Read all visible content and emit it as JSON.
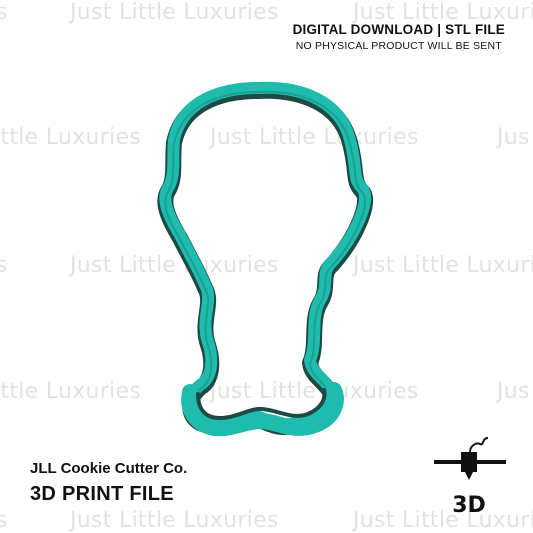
{
  "header": {
    "title": "DIGITAL DOWNLOAD | STL FILE",
    "subtitle": "NO PHYSICAL PRODUCT WILL BE SENT"
  },
  "watermark": {
    "text": "Just Little Luxuries",
    "fragment_start": "ittle Luxuries",
    "fragment_jus": "Jus",
    "fragment_es": "es",
    "fragment_just": "Just"
  },
  "footer": {
    "brand": "JLL Cookie Cutter Co.",
    "label": "3D PRINT FILE"
  },
  "icon": {
    "name": "3d-printer-icon",
    "text": "3D"
  },
  "colors": {
    "cutter": "#1fbcae",
    "cutter_dark": "#1d4a45",
    "watermark": "#e2e2e2",
    "text": "#111111"
  }
}
